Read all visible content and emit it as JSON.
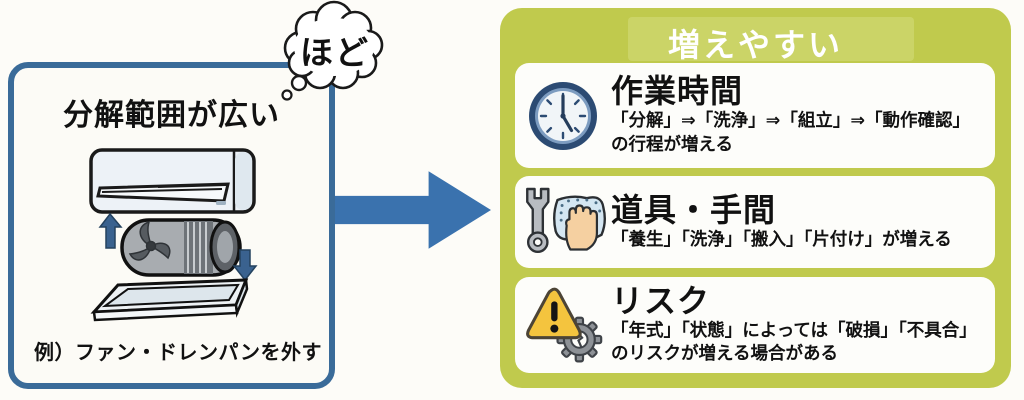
{
  "left_box": {
    "title": "分解範囲が広い",
    "caption": "例）ファン・ドレンパンを外す",
    "border_color": "#3a6b99",
    "illustration": "air-conditioner-fan-drainpan"
  },
  "thought_bubble": {
    "text": "ほど"
  },
  "flow_arrow": {
    "color": "#3a72ae",
    "direction": "right"
  },
  "right_panel": {
    "title": "増えやすい",
    "bg_color": "#c0ca4d",
    "cards": [
      {
        "icon": "clock-icon",
        "title": "作業時間",
        "desc_line1": "「分解」⇒「洗浄」⇒「組立」⇒「動作確認」",
        "desc_line2": "の行程が増える"
      },
      {
        "icon": "wrench-wipe-icon",
        "title": "道具・手間",
        "desc_line1": "「養生」「洗浄」「搬入」「片付け」が増える",
        "desc_line2": ""
      },
      {
        "icon": "warning-gear-icon",
        "title": "リスク",
        "desc_line1": "「年式」「状態」によっては「破損」「不具合」",
        "desc_line2": "のリスクが増える場合がある"
      }
    ]
  }
}
